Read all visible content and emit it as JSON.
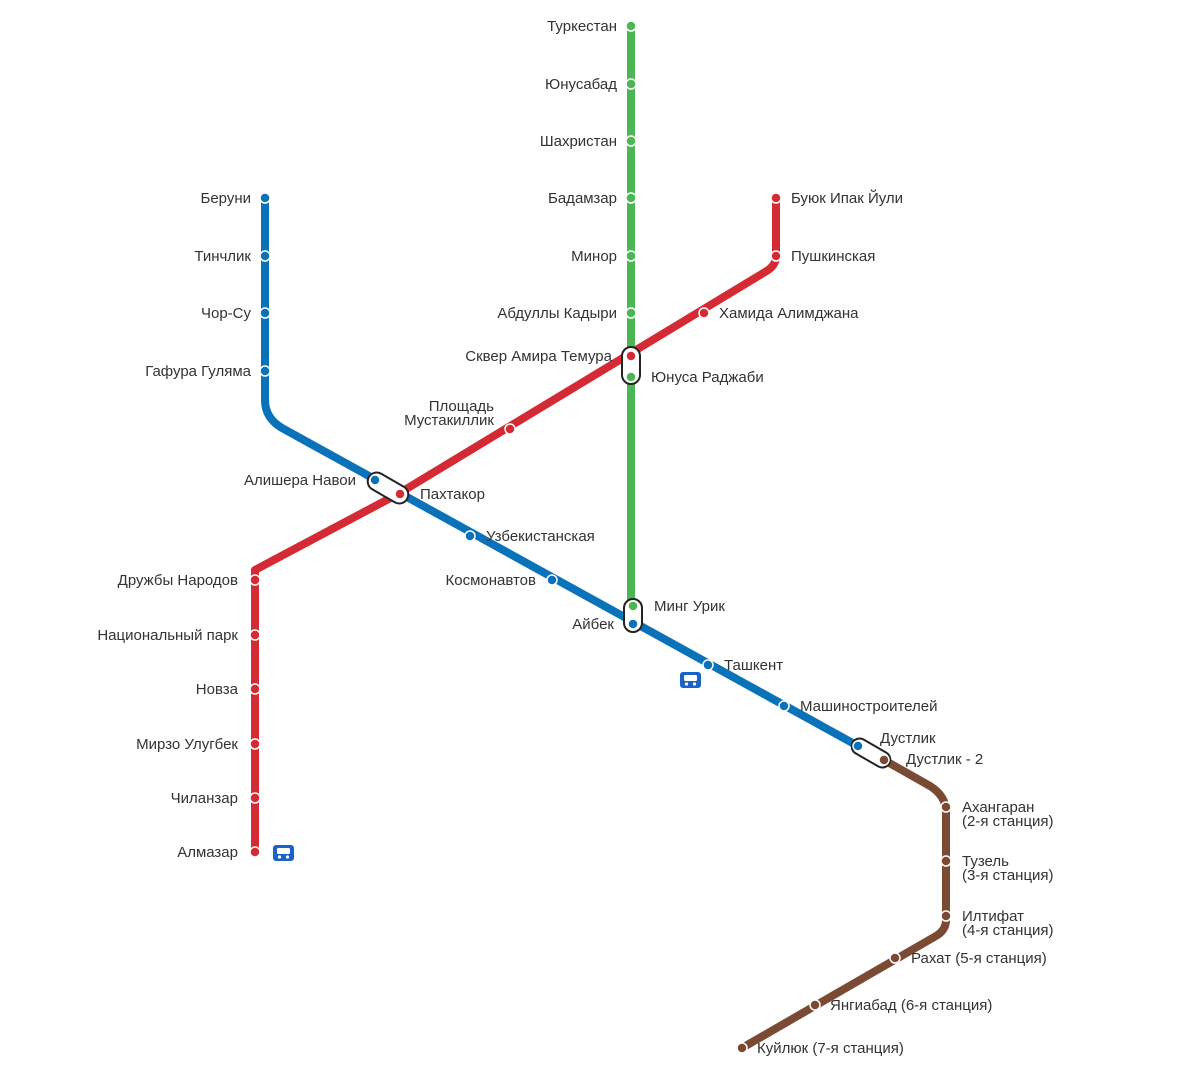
{
  "colors": {
    "chilanzar": "#d42a33",
    "uzbekistan": "#0a72b9",
    "yunusabad": "#4cb655",
    "circle": "#7a4a32",
    "bus": "#1a64c8",
    "text": "#333333"
  },
  "icons": [
    "bus-icon",
    "bus-icon"
  ],
  "lines": [
    {
      "id": "uzbekistan",
      "stations": [
        "Беруни",
        "Тинчлик",
        "Чор-Су",
        "Гафура Гуляма",
        "Алишера Навои",
        "Узбекистанская",
        "Космонавтов",
        "Айбек",
        "Ташкент",
        "Машиностроителей",
        "Дустлик"
      ]
    },
    {
      "id": "chilanzar",
      "stations": [
        "Буюк Ипак Йули",
        "Пушкинская",
        "Хамида Алимджана",
        "Сквер Амира Темура",
        "Мустакиллик",
        "Пахтакор",
        "Дружбы Народов",
        "Национальный парк",
        "Новза",
        "Мирзо Улугбек",
        "Чиланзар",
        "Алмазар"
      ]
    },
    {
      "id": "yunusabad",
      "stations": [
        "Туркестан",
        "Юнусабад",
        "Шахристан",
        "Бадамзар",
        "Минор",
        "Абдуллы Кадыри",
        "Юнуса Раджаби",
        "Минг Урик"
      ]
    },
    {
      "id": "circle",
      "stations": [
        "Дустлик - 2",
        "Ахангаран",
        "(2-я станция)",
        "Тузель",
        "(3-я станция)",
        "Илтифат",
        "(4-я станция)",
        "Рахат (5-я станция)",
        "Янгиабад (6-я станция)",
        "Куйлюк (7-я станция)"
      ]
    }
  ],
  "extra_labels": [
    "Площадь"
  ]
}
